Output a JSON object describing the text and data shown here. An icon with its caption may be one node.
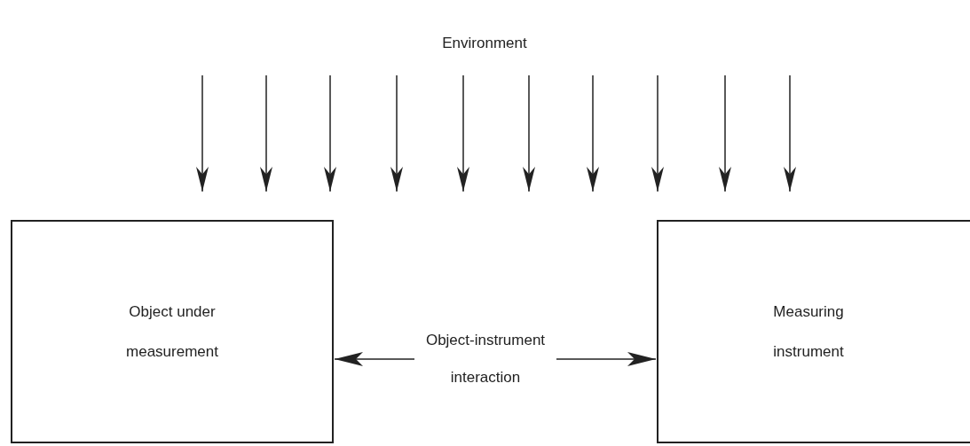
{
  "diagram": {
    "nodes": [
      {
        "text": [
          "Object under measurement"
        ]
      },
      {
        "text": [
          "Measuring instrument"
        ]
      }
    ],
    "edges": [
      {
        "from": 0,
        "to": 1,
        "arrow": "both",
        "label": "Object-instrument interaction"
      }
    ],
    "labels": [
      "Environment"
    ]
  }
}
